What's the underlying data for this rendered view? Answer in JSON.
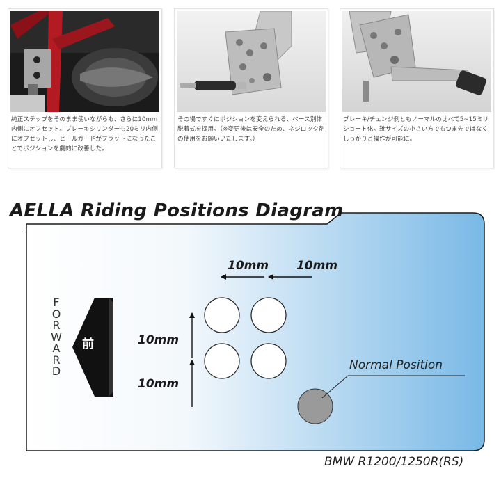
{
  "cards": [
    {
      "image": "red-frame-rearset-photo",
      "caption": "純正ステップをそのまま使いながらも、さらに10mm内側にオフセット。ブレーキシリンダーも20ミリ内側にオフセットし、ヒールガードがフラットになったことでポジションを劇的に改善した。"
    },
    {
      "image": "silver-rearset-plate-photo",
      "caption": "その場ですぐにポジションを変えられる、ベース別体脱着式を採用。（※変更後は安全のため、ネジロック剤の使用をお願いいたします。）"
    },
    {
      "image": "brake-pedal-closeup-photo",
      "caption": "ブレーキ/チェンジ側ともノーマルの比べて5~15ミリショート化。靴サイズの小さい方でもつま先ではなくしっかりと操作が可能に。"
    }
  ],
  "diagram": {
    "title": "AELLA Riding Positions Diagram",
    "forward_label": [
      "F",
      "O",
      "R",
      "W",
      "A",
      "R",
      "D"
    ],
    "forward_kanji": "前",
    "offset_labels": {
      "h1": "10mm",
      "h2": "10mm",
      "v1": "10mm",
      "v2": "10mm"
    },
    "normal_position_label": "Normal Position",
    "model": "BMW R1200/1250R(RS)",
    "colors": {
      "gradient_start": "#ffffff",
      "gradient_end": "#79b9e6",
      "normal_dot": "#9a9a9a",
      "arrow_block": "#111111"
    }
  }
}
